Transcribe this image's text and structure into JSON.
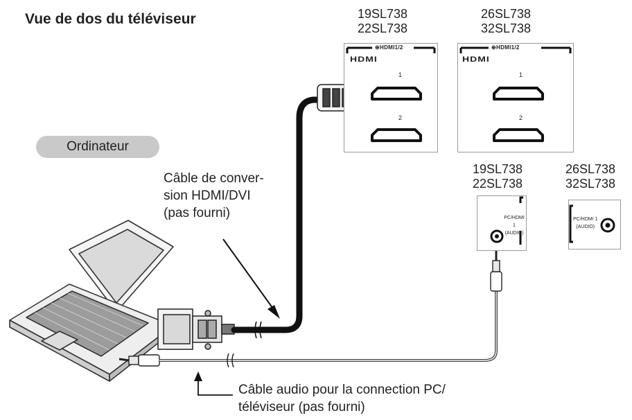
{
  "title": "Vue de dos du téléviseur",
  "computer_label": "Ordinateur",
  "models": {
    "small_pair": [
      "19SL738",
      "22SL738"
    ],
    "large_pair": [
      "26SL738",
      "32SL738"
    ]
  },
  "hdmi_panel": {
    "header": "HDMI1/2",
    "logo": "HDMI",
    "ports": [
      "1",
      "2"
    ]
  },
  "audio_port_label": [
    "PC/HDMI 1",
    "(AUDIO)"
  ],
  "hdmi_cable_label": [
    "Câble de conver-",
    "sion HDMI/DVI",
    "(pas fourni)"
  ],
  "audio_cable_label": [
    "Câble audio pour la connection PC/",
    "téléviseur (pas fourni)"
  ]
}
